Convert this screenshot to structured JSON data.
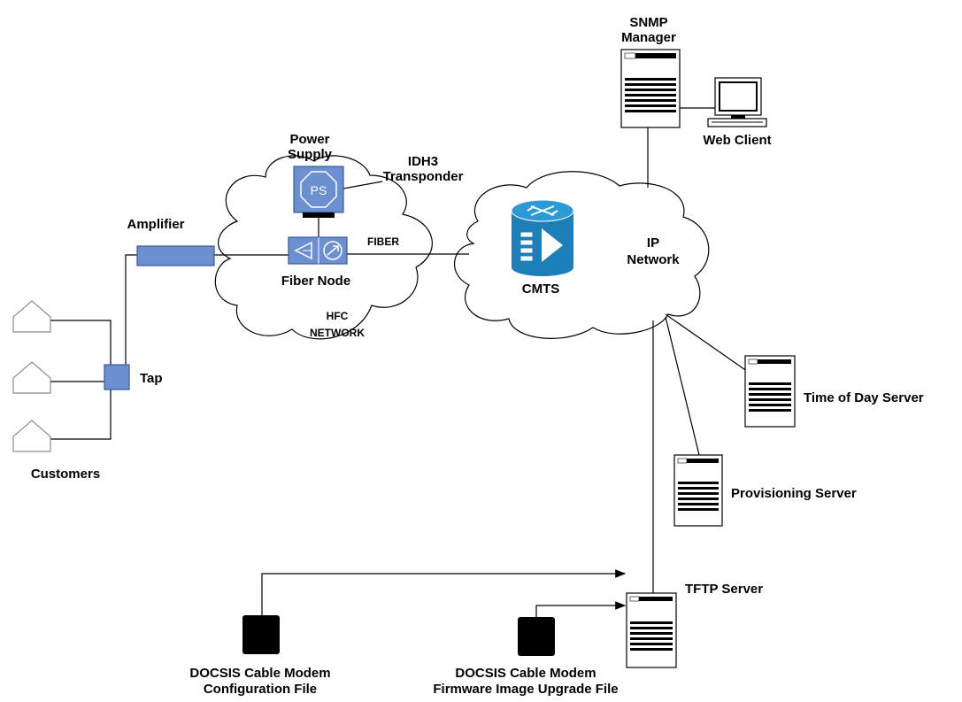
{
  "labels": {
    "snmp_manager_line1": "SNMP",
    "snmp_manager_line2": "Manager",
    "web_client": "Web Client",
    "power_supply_line1": "Power",
    "power_supply_line2": "Supply",
    "ps_icon_text": "PS",
    "idh3_line1": "IDH3",
    "idh3_line2": "Transponder",
    "amplifier": "Amplifier",
    "fiber": "FIBER",
    "fiber_node": "Fiber Node",
    "hfc_line1": "HFC",
    "hfc_line2": "NETWORK",
    "ip_line1": "IP",
    "ip_line2": "Network",
    "cmts": "CMTS",
    "tap": "Tap",
    "customers": "Customers",
    "time_of_day_server": "Time of Day Server",
    "provisioning_server": "Provisioning Server",
    "tftp_server": "TFTP Server",
    "config_file_line1": "DOCSIS Cable Modem",
    "config_file_line2": "Configuration File",
    "firmware_file_line1": "DOCSIS Cable Modem",
    "firmware_file_line2": "Firmware Image Upgrade File"
  },
  "colors": {
    "device_fill": "#6b8fd0",
    "device_stroke": "#3a5a9a",
    "cmts_fill": "#1e7fb8",
    "house_stroke": "#8c8c8c",
    "file_fill": "#000000"
  }
}
